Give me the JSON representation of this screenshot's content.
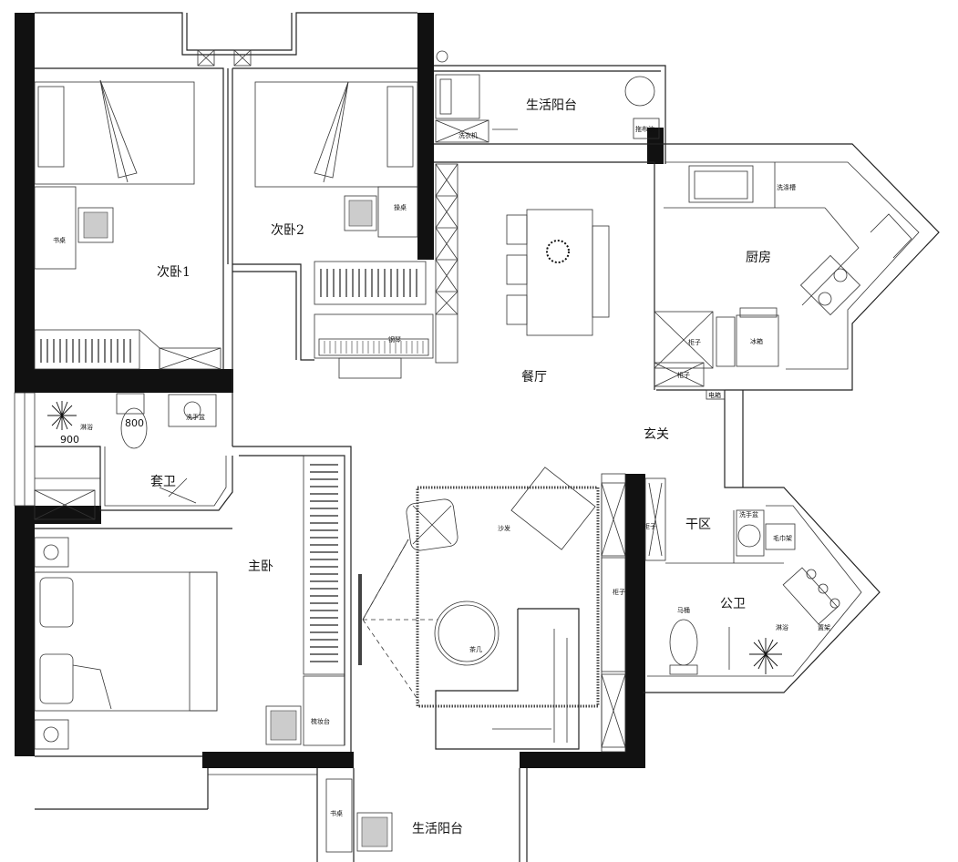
{
  "rooms": {
    "balcony_top": "生活阳台",
    "balcony_bottom": "生活阳台",
    "bedroom1": "次卧1",
    "bedroom2": "次卧2",
    "kitchen": "厨房",
    "dining": "餐厅",
    "entrance": "玄关",
    "ensuite": "套卫",
    "master": "主卧",
    "dry_area": "干区",
    "public_bath": "公卫"
  },
  "fixtures": {
    "desk1": "书桌",
    "desk2": "操桌",
    "shower_ensuite": "淋浴",
    "sink_ensuite": "洗手盆",
    "washer_top": "洗衣机",
    "mop_pool": "拖布池",
    "wash_tank": "洗涤槽",
    "fridge": "冰箱",
    "cabinet_kitchen": "柜子",
    "cabinet_kitchen2": "柜子",
    "elec_box": "电箱",
    "sofa": "沙发",
    "coffee_table": "茶几",
    "cabinet1": "柜子",
    "cabinet2": "柜子",
    "sink_dry": "洗手盆",
    "towel": "毛巾架",
    "toilet": "马桶",
    "shower_public": "淋浴",
    "shelf": "置架",
    "makeup_table": "梳妆台",
    "desk_balcony": "书桌",
    "piano": "钢琴"
  },
  "dimensions": {
    "shower_width": "900",
    "toilet_width": "800"
  }
}
